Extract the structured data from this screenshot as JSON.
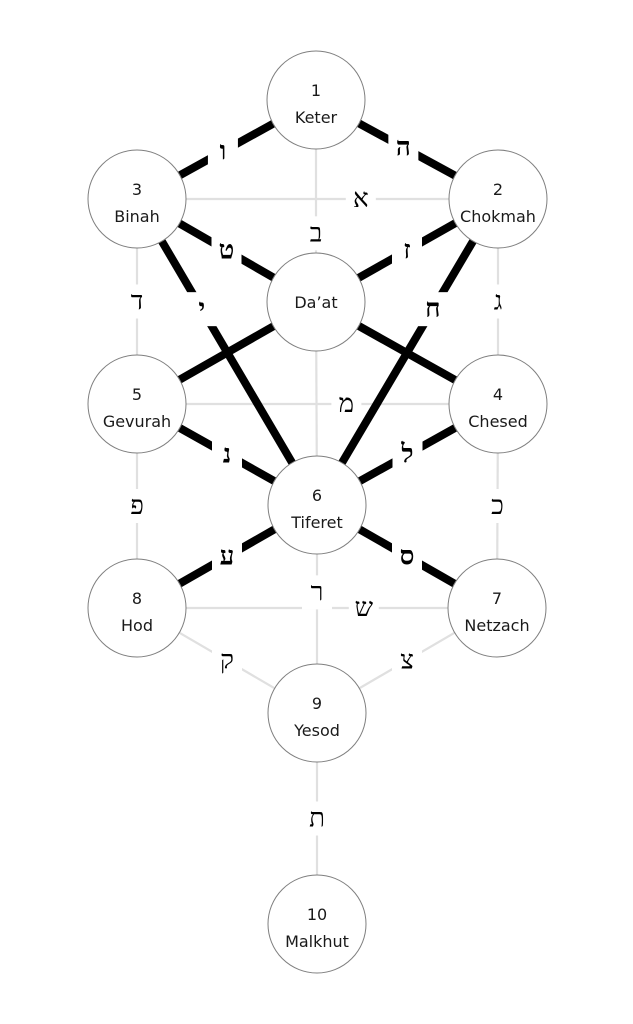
{
  "diagram": {
    "title": "Tree of Life",
    "colors": {
      "thick_path": "#000000",
      "thin_path": "#e0e0e0",
      "node_stroke": "#7f7f7f",
      "background": "#ffffff"
    },
    "nodes": [
      {
        "id": "keter",
        "number": "1",
        "name": "Keter"
      },
      {
        "id": "chokmah",
        "number": "2",
        "name": "Chokmah"
      },
      {
        "id": "binah",
        "number": "3",
        "name": "Binah"
      },
      {
        "id": "chesed",
        "number": "4",
        "name": "Chesed"
      },
      {
        "id": "gevurah",
        "number": "5",
        "name": "Gevurah"
      },
      {
        "id": "tiferet",
        "number": "6",
        "name": "Tiferet"
      },
      {
        "id": "netzach",
        "number": "7",
        "name": "Netzach"
      },
      {
        "id": "hod",
        "number": "8",
        "name": "Hod"
      },
      {
        "id": "yesod",
        "number": "9",
        "name": "Yesod"
      },
      {
        "id": "malkhut",
        "number": "10",
        "name": "Malkhut"
      },
      {
        "id": "daat",
        "number": "",
        "name": "Da’at"
      }
    ],
    "paths": [
      {
        "from": "binah",
        "to": "chokmah",
        "letter": "א",
        "style": "thin"
      },
      {
        "from": "keter",
        "to": "daat",
        "letter": "ב",
        "style": "thin"
      },
      {
        "from": "chokmah",
        "to": "chesed",
        "letter": "ג",
        "style": "thin"
      },
      {
        "from": "binah",
        "to": "gevurah",
        "letter": "ד",
        "style": "thin"
      },
      {
        "from": "keter",
        "to": "chokmah",
        "letter": "ה",
        "style": "thick"
      },
      {
        "from": "keter",
        "to": "binah",
        "letter": "ו",
        "style": "thick"
      },
      {
        "from": "chokmah",
        "to": "daat",
        "letter": "ז",
        "style": "thick"
      },
      {
        "from": "chokmah",
        "to": "tiferet",
        "letter": "ח",
        "style": "thick"
      },
      {
        "from": "binah",
        "to": "daat",
        "letter": "ט",
        "style": "thick"
      },
      {
        "from": "binah",
        "to": "tiferet",
        "letter": "י",
        "style": "thick"
      },
      {
        "from": "chesed",
        "to": "netzach",
        "letter": "כ",
        "style": "thin"
      },
      {
        "from": "chesed",
        "to": "tiferet",
        "letter": "ל",
        "style": "thick"
      },
      {
        "from": "gevurah",
        "to": "chesed",
        "letter": "מ",
        "style": "thin"
      },
      {
        "from": "gevurah",
        "to": "tiferet",
        "letter": "נ",
        "style": "thick"
      },
      {
        "from": "tiferet",
        "to": "netzach",
        "letter": "ס",
        "style": "thick"
      },
      {
        "from": "tiferet",
        "to": "hod",
        "letter": "ע",
        "style": "thick"
      },
      {
        "from": "gevurah",
        "to": "hod",
        "letter": "פ",
        "style": "thin"
      },
      {
        "from": "netzach",
        "to": "yesod",
        "letter": "צ",
        "style": "thin"
      },
      {
        "from": "hod",
        "to": "yesod",
        "letter": "ק",
        "style": "thin"
      },
      {
        "from": "tiferet",
        "to": "yesod",
        "letter": "ר",
        "style": "thin"
      },
      {
        "from": "hod",
        "to": "netzach",
        "letter": "ש",
        "style": "thin"
      },
      {
        "from": "yesod",
        "to": "malkhut",
        "letter": "ת",
        "style": "thin"
      },
      {
        "from": "daat",
        "to": "gevurah",
        "letter": "",
        "style": "thick"
      },
      {
        "from": "daat",
        "to": "chesed",
        "letter": "",
        "style": "thick"
      },
      {
        "from": "daat",
        "to": "tiferet",
        "letter": "",
        "style": "thin"
      }
    ]
  }
}
